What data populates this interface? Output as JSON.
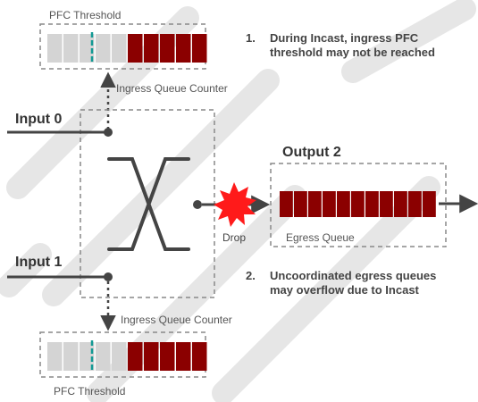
{
  "labels": {
    "pfc_threshold_top": "PFC Threshold",
    "pfc_threshold_bottom": "PFC Threshold",
    "ingress_counter_top": "Ingress Queue Counter",
    "ingress_counter_bottom": "Ingress Queue Counter",
    "input_0": "Input 0",
    "input_1": "Input 1",
    "output_2": "Output 2",
    "drop": "Drop",
    "egress_queue": "Egress Queue"
  },
  "notes": [
    {
      "number": "1.",
      "lines": [
        "During Incast, ingress PFC",
        "threshold may not be reached"
      ]
    },
    {
      "number": "2.",
      "lines": [
        "Uncoordinated egress queues",
        "may overflow due to Incast"
      ]
    }
  ],
  "colors": {
    "queue_full": "#8b0000",
    "queue_empty": "#d4d4d4",
    "threshold_marker": "#139a95",
    "dashed_border": "#888888",
    "arrow": "#444444",
    "drop_burst": "#ff1a1a",
    "watermark": "#dcdcdc"
  },
  "queues": {
    "ingress_top": {
      "empty_slots": 5,
      "full_slots": 5
    },
    "ingress_bottom": {
      "empty_slots": 5,
      "full_slots": 5
    },
    "egress": {
      "empty_slots": 0,
      "full_slots": 11
    }
  }
}
